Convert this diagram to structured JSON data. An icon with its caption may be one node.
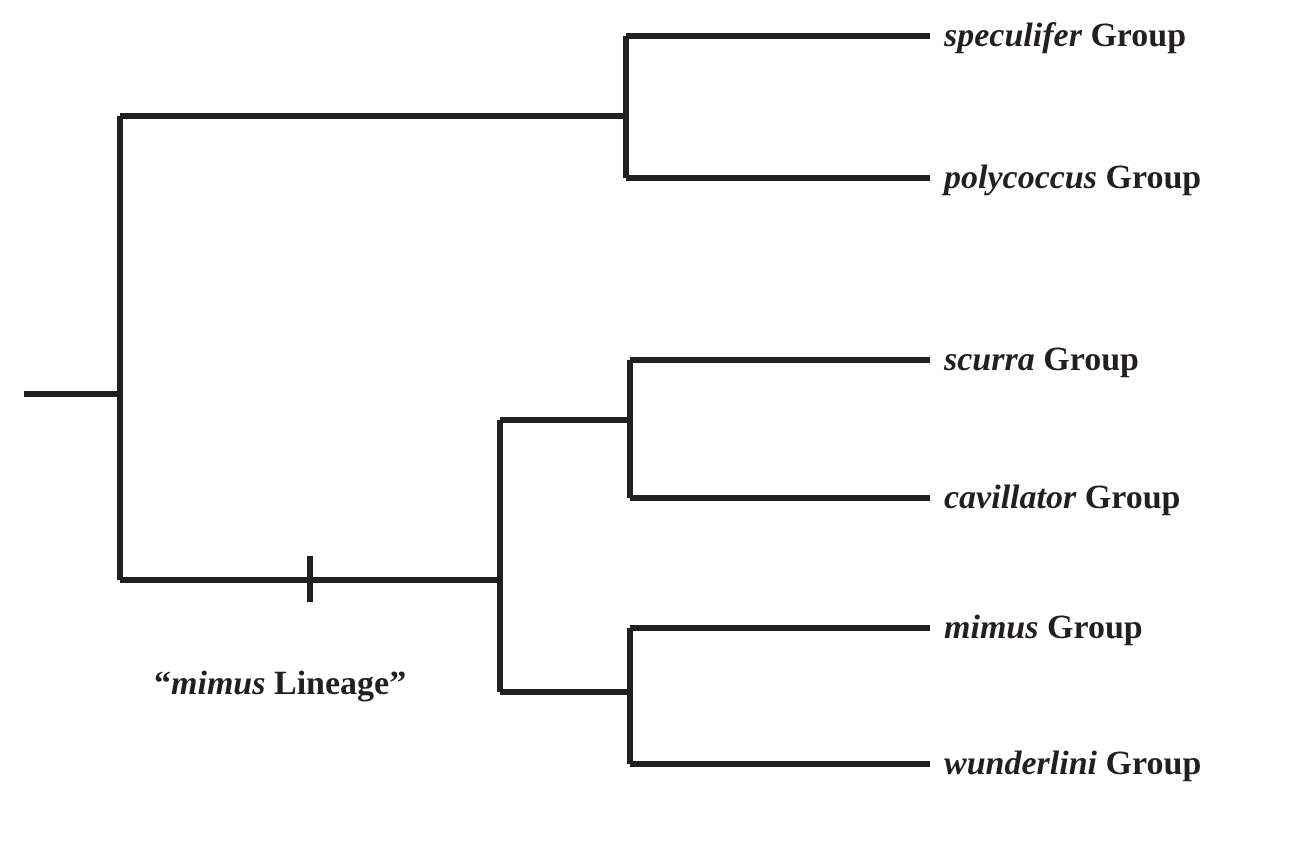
{
  "diagram": {
    "labels": [
      "*speculifer* Group",
      "*polycoccus* Group",
      "*scurra* Group",
      "*cavillator* Group",
      "*mimus* Group",
      "*wunderlini* Group",
      "“*mimus* Lineage”"
    ]
  }
}
